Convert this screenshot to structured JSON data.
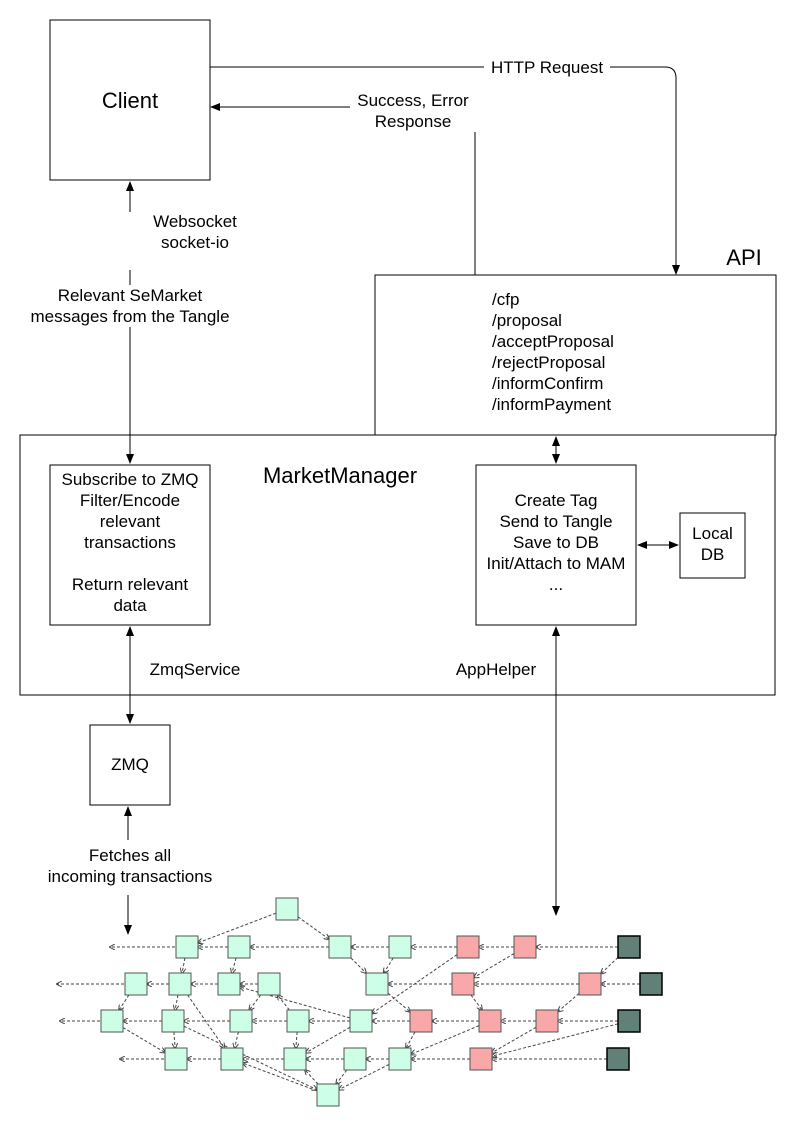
{
  "client": {
    "label": "Client"
  },
  "http_request": {
    "label": "HTTP Request"
  },
  "response": {
    "line1": "Success, Error",
    "line2": "Response"
  },
  "api": {
    "title": "API",
    "endpoints": [
      "/cfp",
      "/proposal",
      "/acceptProposal",
      "/rejectProposal",
      "/informConfirm",
      "/informPayment"
    ]
  },
  "websocket": {
    "line1": "Websocket",
    "line2": "socket-io"
  },
  "relevant_messages": {
    "line1": "Relevant SeMarket",
    "line2": "messages from the Tangle"
  },
  "market_manager": {
    "title": "MarketManager"
  },
  "zmq_service": {
    "label": "ZmqService",
    "lines": [
      "Subscribe to ZMQ",
      "Filter/Encode",
      "relevant",
      "transactions",
      "",
      "Return relevant",
      "data"
    ]
  },
  "app_helper": {
    "label": "AppHelper",
    "lines": [
      "Create Tag",
      "Send to Tangle",
      "Save to DB",
      "Init/Attach to MAM",
      "..."
    ]
  },
  "local_db": {
    "line1": "Local",
    "line2": "DB"
  },
  "zmq": {
    "label": "ZMQ"
  },
  "fetches": {
    "line1": "Fetches all",
    "line2": "incoming transactions"
  },
  "colors": {
    "confirmed_tx": "#ccffe6",
    "pending_tx": "#f8a8a8",
    "tip_tx": "#608078",
    "edge": "#444444",
    "stroke": "#000000"
  }
}
